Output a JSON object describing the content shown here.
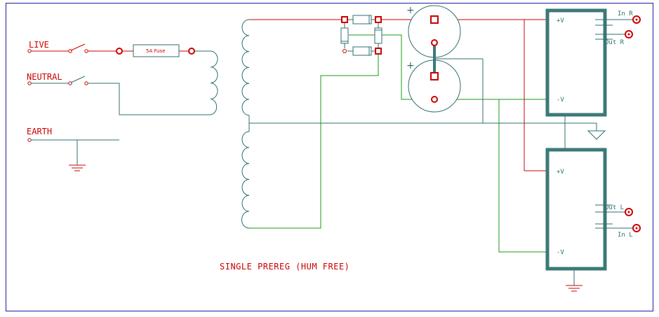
{
  "labels": {
    "live": "LIVE",
    "neutral": "NEUTRAL",
    "earth": "EARTH",
    "fuse": "5A Fuse",
    "title": "SINGLE PREREG (HUM FREE)"
  },
  "capacitors": {
    "plus_sign": "+"
  },
  "regulators": {
    "top": {
      "pos_pin": "+V",
      "neg_pin": "-V",
      "in_label": "In R",
      "out_label": "Out R"
    },
    "bottom": {
      "pos_pin": "+V",
      "neg_pin": "-V",
      "in_label": "In L",
      "out_label": "Out L"
    }
  },
  "colors": {
    "frame": "#1a1aaa",
    "red_wire": "#cc0000",
    "green_wire": "#1a9a1a",
    "teal_wire": "#2f6f6f",
    "module": "#3c7878"
  }
}
